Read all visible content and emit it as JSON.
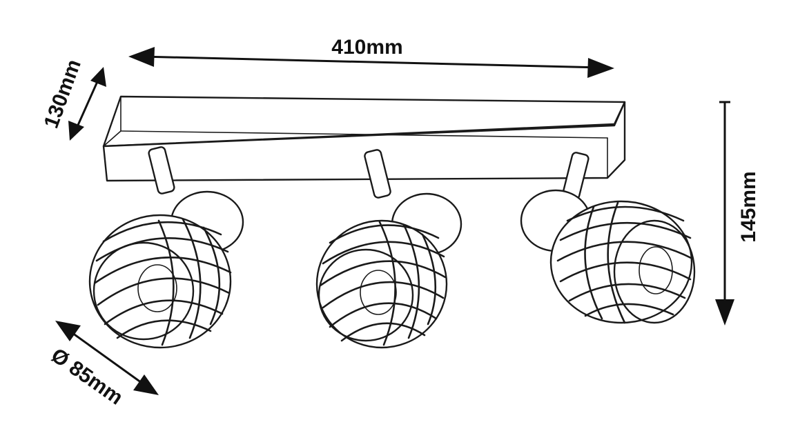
{
  "dimensions": {
    "width": "410mm",
    "depth": "130mm",
    "height": "145mm",
    "diameter": "Ø 85mm"
  }
}
